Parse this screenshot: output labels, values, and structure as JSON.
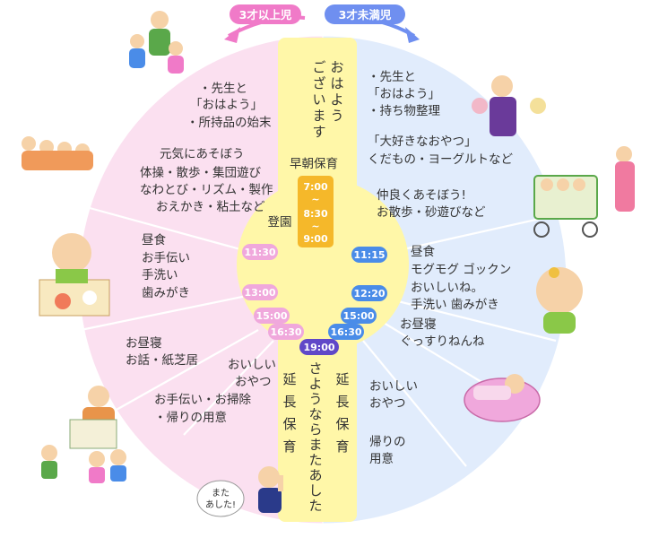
{
  "colors": {
    "older_fill": "#fbe0f0",
    "younger_fill": "#e1ecfc",
    "center_fill": "#fff7a8",
    "older_accent": "#f07ac8",
    "younger_accent": "#6f8ff0",
    "time_badge": "#f0a8dc",
    "time_badge_blue": "#4a8ce8",
    "final_badge": "#6048c8",
    "orange_box": "#f5b82a"
  },
  "headers": {
    "older": "3才以上児",
    "younger": "3才未満児"
  },
  "center": {
    "greeting": [
      "お",
      "は",
      "よ",
      "う"
    ],
    "greeting2": [
      "ご",
      "ざ",
      "い",
      "ま",
      "す"
    ],
    "early_care": "早朝保育",
    "time_1": "7:00",
    "time_2": "8:30",
    "time_3": "9:00",
    "tilde": "~",
    "arrival": "登園",
    "goodbye": [
      "さ",
      "よ",
      "う",
      "な",
      "ら",
      "ま",
      "た",
      "あ",
      "し",
      "た"
    ],
    "extended_left": [
      "延",
      "長",
      "保",
      "育"
    ],
    "extended_right": [
      "延",
      "長",
      "保",
      "育"
    ],
    "time_final": "19:00"
  },
  "older": {
    "times": [
      "11:30",
      "13:00",
      "15:00",
      "16:30"
    ],
    "activities": [
      "・先生と",
      "「おはよう」",
      "・所持品の始末",
      "元気にあそぼう",
      "体操・散歩・集団遊び",
      "なわとび・リズム・製作",
      "おえかき・粘土など",
      "昼食",
      "お手伝い",
      "手洗い",
      "歯みがき",
      "お昼寝",
      "お話・紙芝居",
      "おいしい",
      "おやつ",
      "お手伝い・お掃除",
      "・帰りの用意"
    ]
  },
  "younger": {
    "times": [
      "11:15",
      "12:20",
      "15:00",
      "16:30"
    ],
    "activities": [
      "・先生と",
      "「おはよう」",
      "・持ち物整理",
      "「大好きなおやつ」",
      "くだもの・ヨーグルトなど",
      "仲良くあそぼう!",
      "お散歩・砂遊びなど",
      "昼食",
      "モグモグ ゴックン",
      "おいしいね。",
      "手洗い 歯みがき",
      "お昼寝",
      "ぐっすりねんね",
      "おいしい",
      "おやつ",
      "帰りの",
      "用意"
    ]
  },
  "bubble": [
    "また",
    "あした!"
  ]
}
